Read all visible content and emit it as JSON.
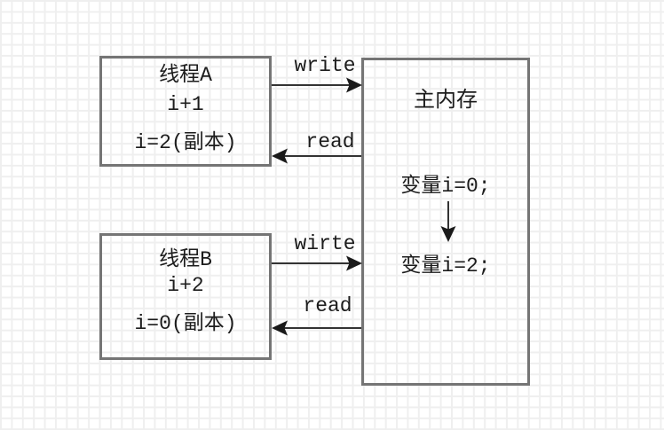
{
  "canvas": {
    "background": "#ffffff",
    "grid_line_color": "#efefef"
  },
  "nodes": {
    "thread_a": {
      "title": "线程A",
      "operation": "i+1",
      "copy_value": "i=2(副本)"
    },
    "thread_b": {
      "title": "线程B",
      "operation": "i+2",
      "copy_value": "i=0(副本)"
    },
    "main_memory": {
      "title": "主内存",
      "value_before": "变量i=0;",
      "value_after": "变量i=2;"
    }
  },
  "edges": {
    "thread_a_write": {
      "label": "write"
    },
    "thread_a_read": {
      "label": "read"
    },
    "thread_b_write": {
      "label": "wirte"
    },
    "thread_b_read": {
      "label": "read"
    }
  },
  "colors": {
    "box_border": "#757575",
    "arrow_line": "#333333",
    "arrow_head": "#1a1a1a",
    "text": "#1c1c1c"
  }
}
